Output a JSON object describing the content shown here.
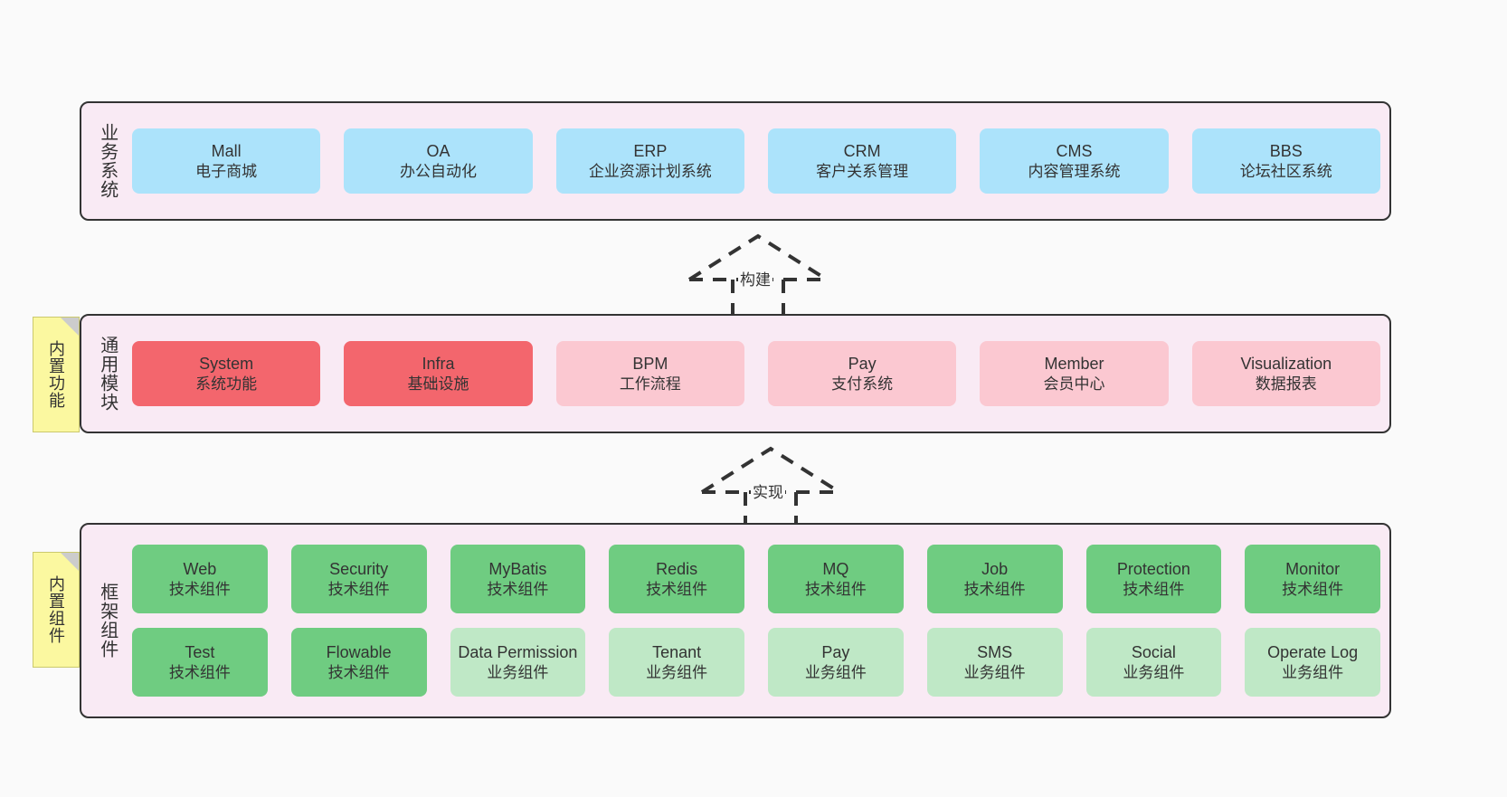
{
  "diagram": {
    "title": "",
    "background_color": "#fafafa",
    "panel_color": "#f9eaf4",
    "panel_border_color": "#333333",
    "note_color": "#fbf8a0"
  },
  "notes": [
    {
      "label": "内置功能",
      "name": "built-in-features"
    },
    {
      "label": "内置组件",
      "name": "built-in-components"
    }
  ],
  "arrows": [
    {
      "label": "构建",
      "style": "dashed-hollow-triangle",
      "direction": "up"
    },
    {
      "label": "实现",
      "style": "dashed-hollow-triangle",
      "direction": "up"
    }
  ],
  "layers": [
    {
      "id": "business",
      "title": "业务系统",
      "rows": [
        [
          {
            "name": "Mall",
            "sub": "电子商城",
            "color": "#ace3fb"
          },
          {
            "name": "OA",
            "sub": "办公自动化",
            "color": "#ace3fb"
          },
          {
            "name": "ERP",
            "sub": "企业资源计划系统",
            "color": "#ace3fb"
          },
          {
            "name": "CRM",
            "sub": "客户关系管理",
            "color": "#ace3fb"
          },
          {
            "name": "CMS",
            "sub": "内容管理系统",
            "color": "#ace3fb"
          },
          {
            "name": "BBS",
            "sub": "论坛社区系统",
            "color": "#ace3fb"
          }
        ]
      ]
    },
    {
      "id": "modules",
      "title": "通用模块",
      "rows": [
        [
          {
            "name": "System",
            "sub": "系统功能",
            "color": "#f3666d"
          },
          {
            "name": "Infra",
            "sub": "基础设施",
            "color": "#f3666d"
          },
          {
            "name": "BPM",
            "sub": "工作流程",
            "color": "#fbc8d1"
          },
          {
            "name": "Pay",
            "sub": "支付系统",
            "color": "#fbc8d1"
          },
          {
            "name": "Member",
            "sub": "会员中心",
            "color": "#fbc8d1"
          },
          {
            "name": "Visualization",
            "sub": "数据报表",
            "color": "#fbc8d1"
          }
        ]
      ]
    },
    {
      "id": "framework",
      "title": "框架组件",
      "rows": [
        [
          {
            "name": "Web",
            "sub": "技术组件",
            "color": "#6fcc81"
          },
          {
            "name": "Security",
            "sub": "技术组件",
            "color": "#6fcc81"
          },
          {
            "name": "MyBatis",
            "sub": "技术组件",
            "color": "#6fcc81"
          },
          {
            "name": "Redis",
            "sub": "技术组件",
            "color": "#6fcc81"
          },
          {
            "name": "MQ",
            "sub": "技术组件",
            "color": "#6fcc81"
          },
          {
            "name": "Job",
            "sub": "技术组件",
            "color": "#6fcc81"
          },
          {
            "name": "Protection",
            "sub": "技术组件",
            "color": "#6fcc81"
          },
          {
            "name": "Monitor",
            "sub": "技术组件",
            "color": "#6fcc81"
          }
        ],
        [
          {
            "name": "Test",
            "sub": "技术组件",
            "color": "#6fcc81"
          },
          {
            "name": "Flowable",
            "sub": "技术组件",
            "color": "#6fcc81"
          },
          {
            "name": "Data Permission",
            "sub": "业务组件",
            "color": "#bfe8c6"
          },
          {
            "name": "Tenant",
            "sub": "业务组件",
            "color": "#bfe8c6"
          },
          {
            "name": "Pay",
            "sub": "业务组件",
            "color": "#bfe8c6"
          },
          {
            "name": "SMS",
            "sub": "业务组件",
            "color": "#bfe8c6"
          },
          {
            "name": "Social",
            "sub": "业务组件",
            "color": "#bfe8c6"
          },
          {
            "name": "Operate Log",
            "sub": "业务组件",
            "color": "#bfe8c6"
          }
        ]
      ]
    }
  ]
}
